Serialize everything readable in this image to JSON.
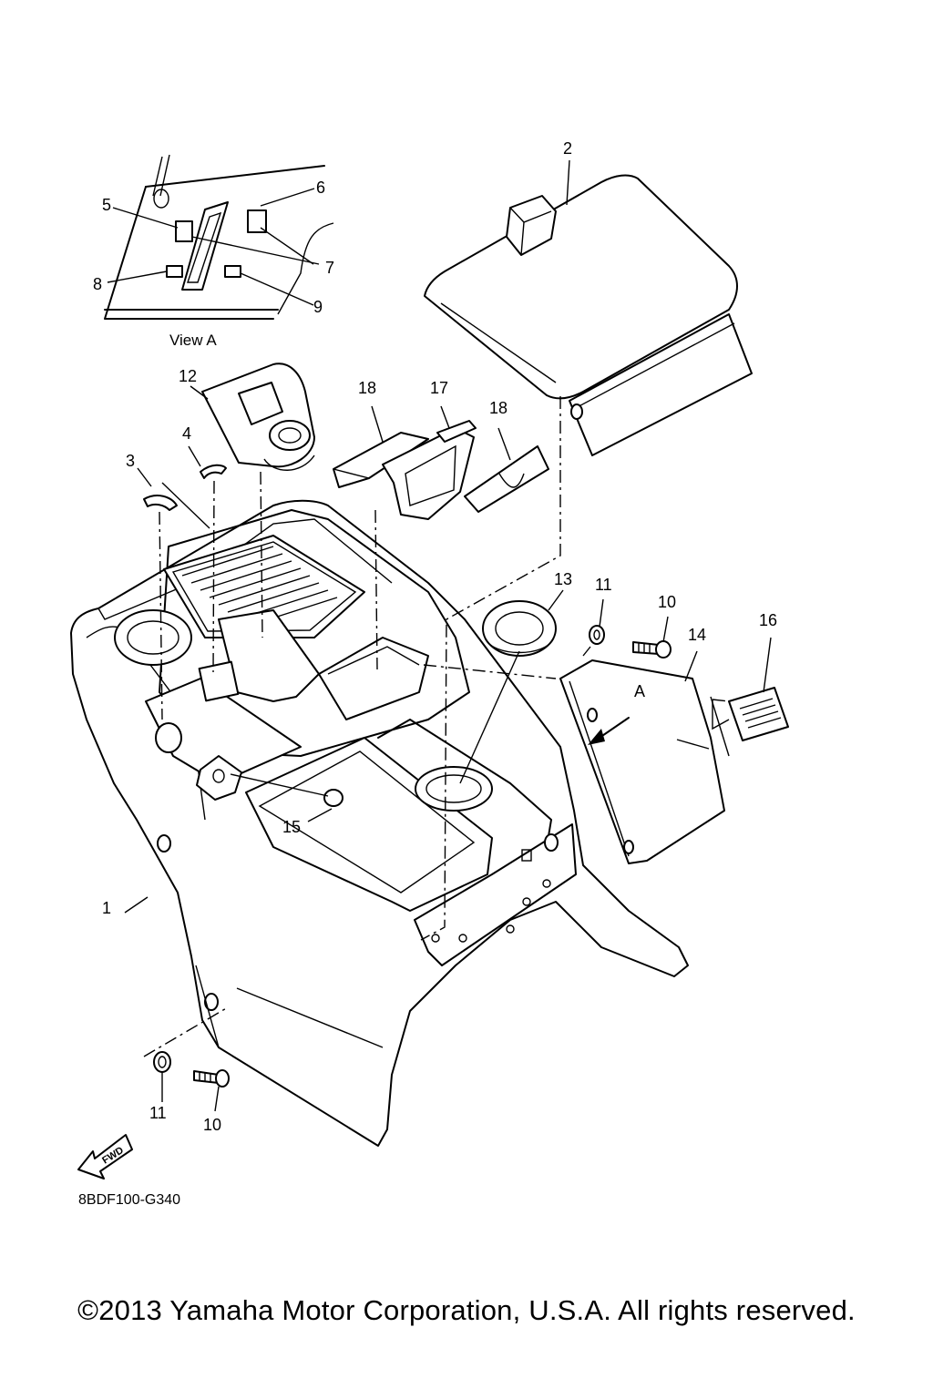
{
  "view_label": "View A",
  "diagram_code": "8BDF100-G340",
  "copyright": "©2013 Yamaha Motor Corporation, U.S.A. All rights reserved.",
  "fwd_badge": "FWD",
  "view_arrow_label": "A",
  "callouts": {
    "c1": "1",
    "c2": "2",
    "c3": "3",
    "c4": "4",
    "c5": "5",
    "c6": "6",
    "c7": "7",
    "c8": "8",
    "c9": "9",
    "c10a": "10",
    "c10b": "10",
    "c11a": "11",
    "c11b": "11",
    "c12": "12",
    "c13": "13",
    "c14": "14",
    "c15": "15",
    "c16": "16",
    "c17": "17",
    "c18a": "18",
    "c18b": "18"
  }
}
